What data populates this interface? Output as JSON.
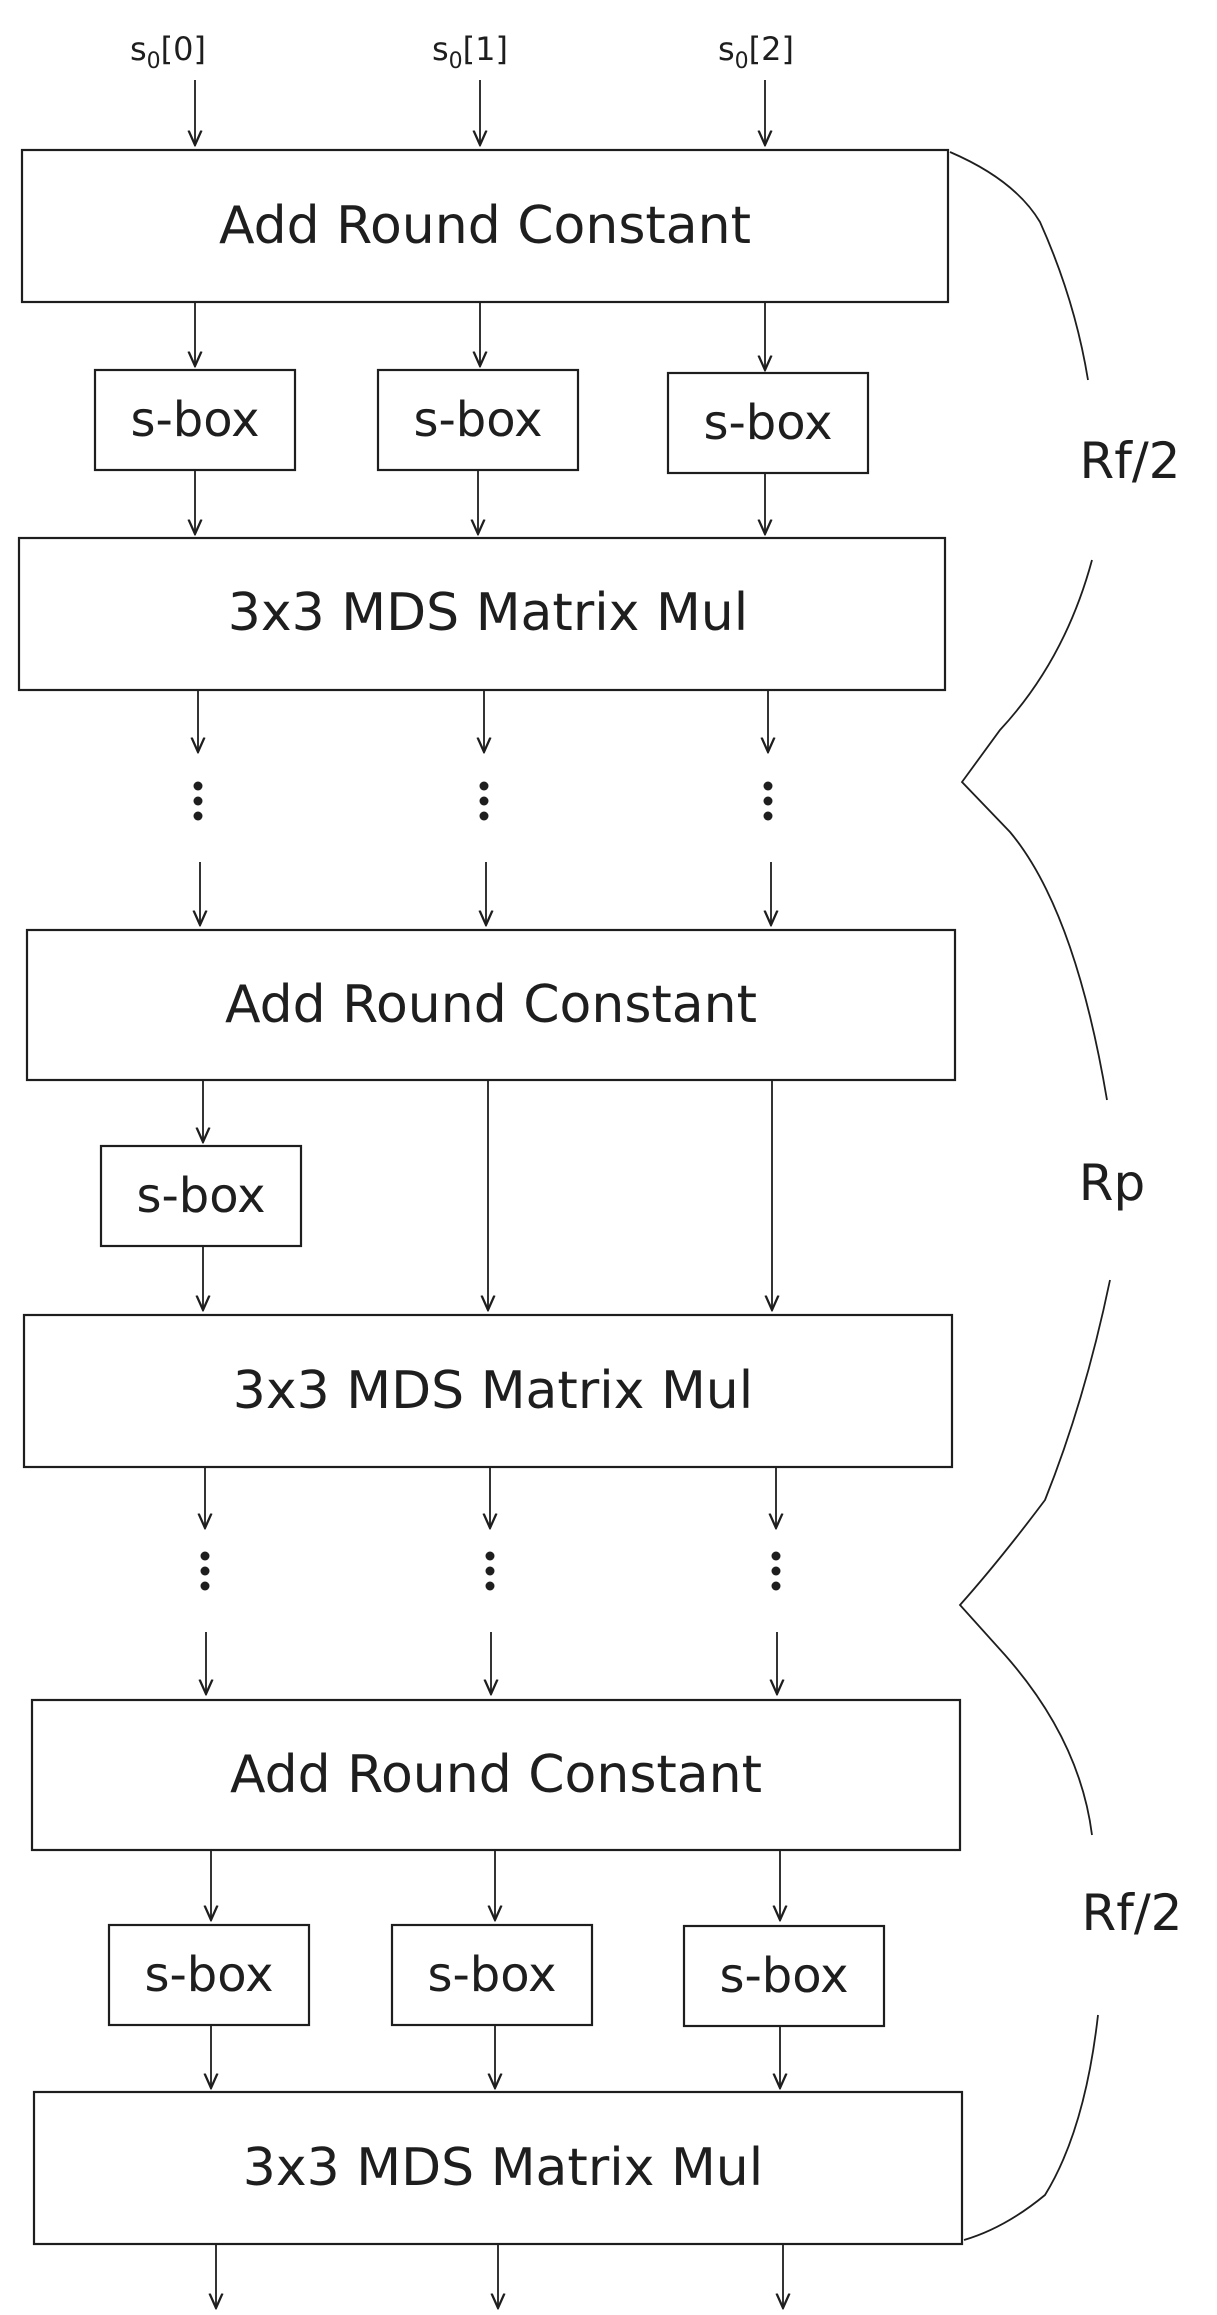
{
  "inputs": [
    {
      "base": "s",
      "sub": "0",
      "index": "[0]"
    },
    {
      "base": "s",
      "sub": "0",
      "index": "[1]"
    },
    {
      "base": "s",
      "sub": "0",
      "index": "[2]"
    }
  ],
  "blocks": {
    "add_round_constant": "Add Round Constant",
    "mds": "3x3 MDS Matrix Mul",
    "sbox": "s-box"
  },
  "braces": {
    "first_full": "Rf/2",
    "partial": "Rp",
    "last_full": "Rf/2"
  }
}
